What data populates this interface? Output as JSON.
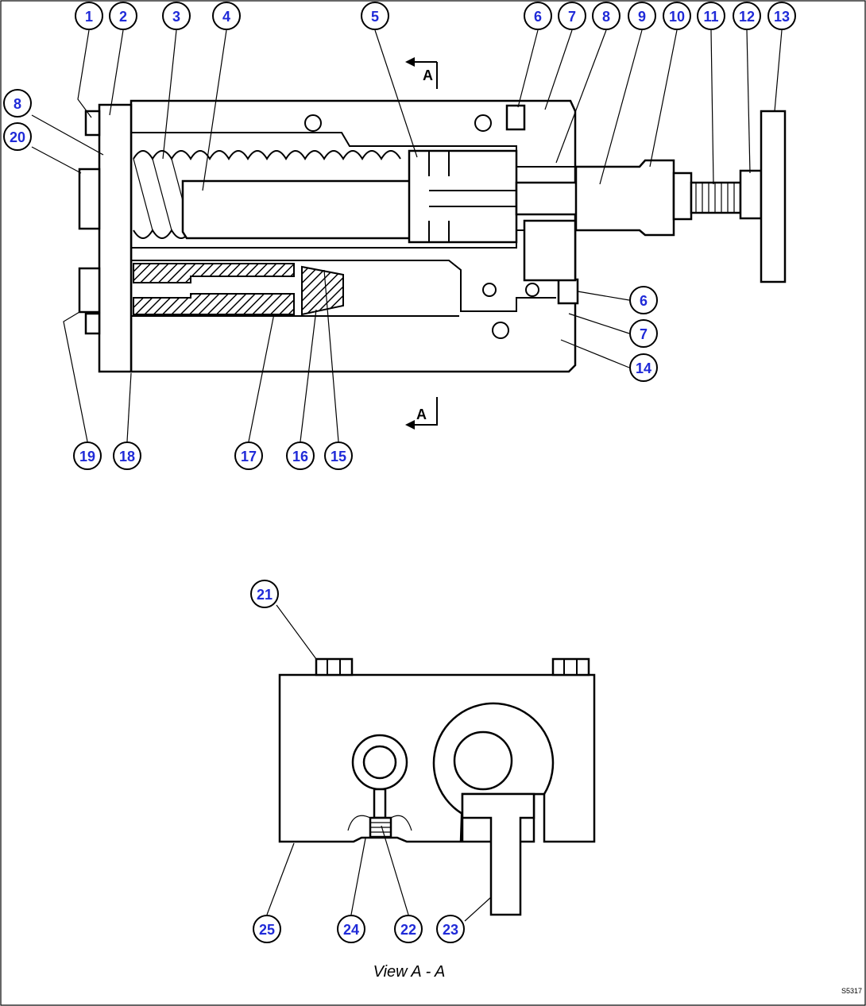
{
  "section_marker": "A",
  "view_caption": "View A - A",
  "drawing_number": "S5317",
  "callouts": [
    "1",
    "2",
    "3",
    "4",
    "5",
    "6",
    "7",
    "8",
    "9",
    "10",
    "11",
    "12",
    "13",
    "8",
    "20",
    "6",
    "7",
    "14",
    "19",
    "18",
    "17",
    "16",
    "15",
    "21",
    "25",
    "24",
    "22",
    "23"
  ]
}
